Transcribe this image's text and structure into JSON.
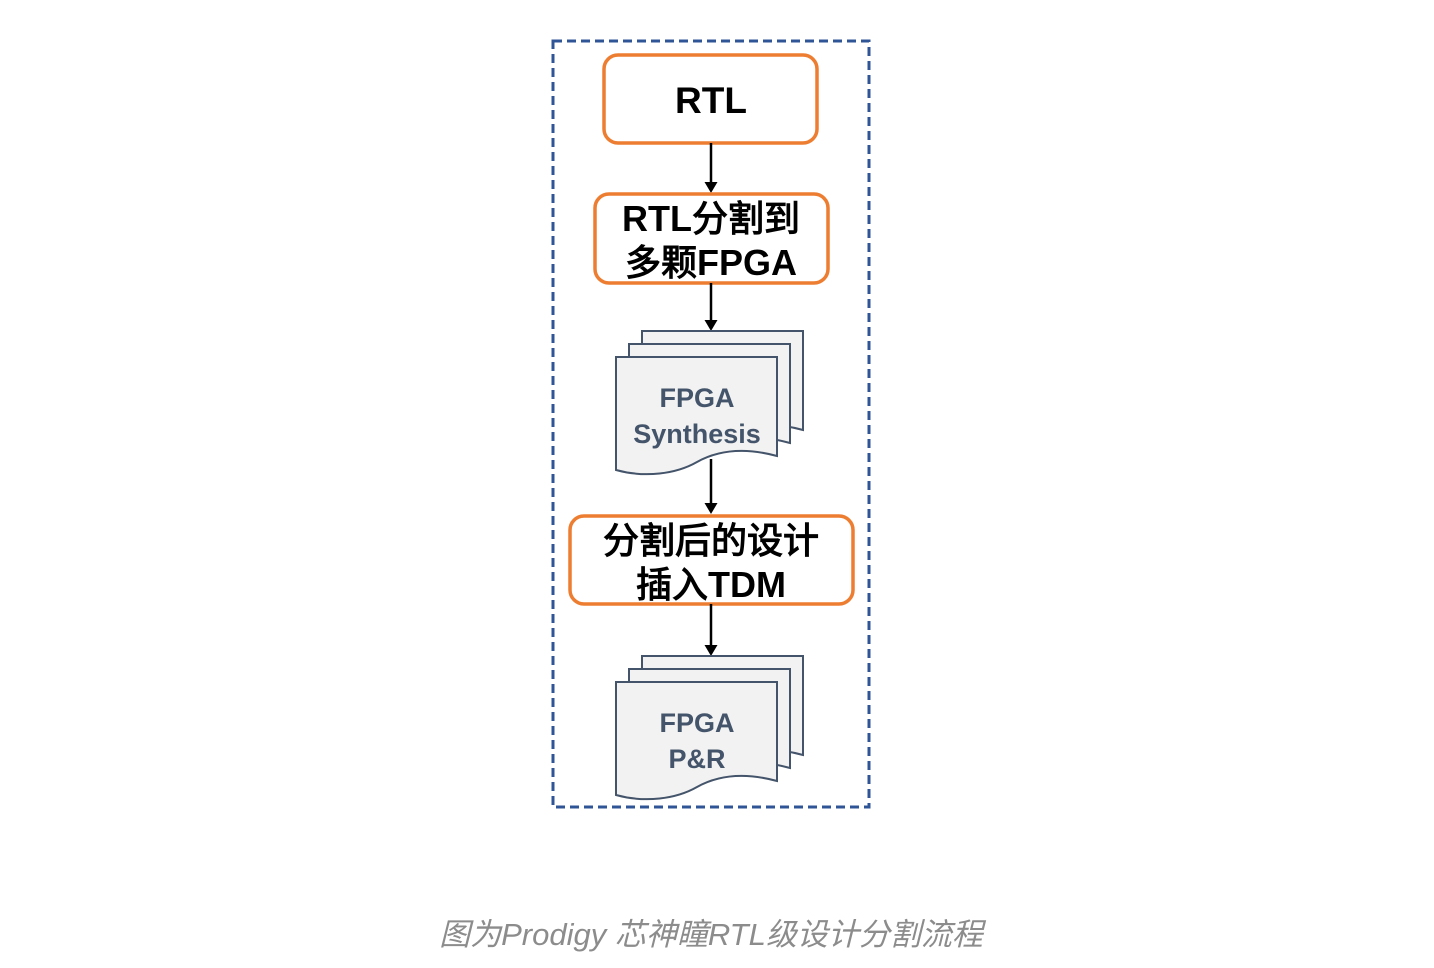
{
  "colors": {
    "background": "#FFFFFF",
    "frame": "#2F5597",
    "process_border": "#ED7D31",
    "process_fill": "#FFFFFF",
    "document_stroke": "#44546A",
    "document_fill": "#F2F2F2",
    "document_text": "#44546A",
    "text": "#000000",
    "arrow": "#000000",
    "caption": "#8C8C8C"
  },
  "flow": {
    "rtl": {
      "lines": [
        "RTL"
      ]
    },
    "partition": {
      "lines": [
        "RTL分割到",
        "多颗FPGA"
      ]
    },
    "synthesis": {
      "lines": [
        "FPGA",
        "Synthesis"
      ]
    },
    "tdm_insertion": {
      "lines": [
        "分割后的设计",
        "插入TDM"
      ]
    },
    "place_and_route": {
      "lines": [
        "FPGA",
        "P&R"
      ]
    }
  },
  "caption": "图为Prodigy 芯神瞳RTL级设计分割流程"
}
